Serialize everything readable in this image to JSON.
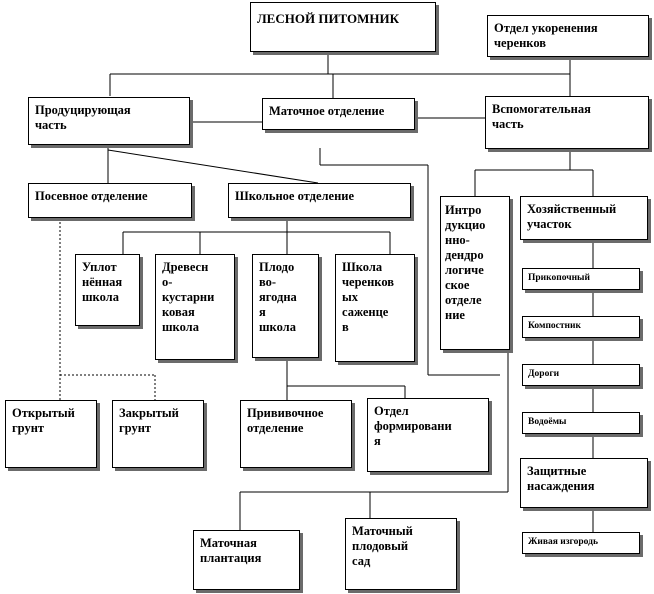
{
  "diagram": {
    "nodes": {
      "nursery": "ЛЕСНОЙ ПИТОМНИК",
      "rooting_dept": "Отдел укоренения\nчеренков",
      "producing": "Продуцирующая\nчасть",
      "mother_dept": "Маточное отделение",
      "auxiliary": "Вспомогательная\nчасть",
      "sowing_dept": "Посевное отделение",
      "school_dept": "Школьное отделение",
      "introduction": "Интро\nдукцио\nнно-\nдендро\nлогиче\nское\nотделе\nние",
      "household": "Хозяйственный\nучасток",
      "compact_school": "Уплот\nнённая\nшкола",
      "tree_shrub": "Древесн\nо-\nкустарни\nковая\nшкола",
      "fruit_berry": "Плодо\nво-\nягодна\nя\nшкола",
      "cutting_school": "Школа\nчеренков\nых\nсаженце\nв",
      "open_ground": "Открытый\nгрунт",
      "closed_ground": "Закрытый\nгрунт",
      "grafting_dept": "Прививочное\nотделение",
      "formation_dept": "Отдел\nформировани\nя",
      "mother_plantation": "Маточная\nплантация",
      "mother_fruit_garden": "Маточный\nплодовый\nсад",
      "rakes": "Прикопочный",
      "compost": "Компостник",
      "roads": "Дороги",
      "ponds": "Водоёмы",
      "protective": "Защитные\nнасаждения",
      "hedge": "Живая изгородь"
    }
  }
}
